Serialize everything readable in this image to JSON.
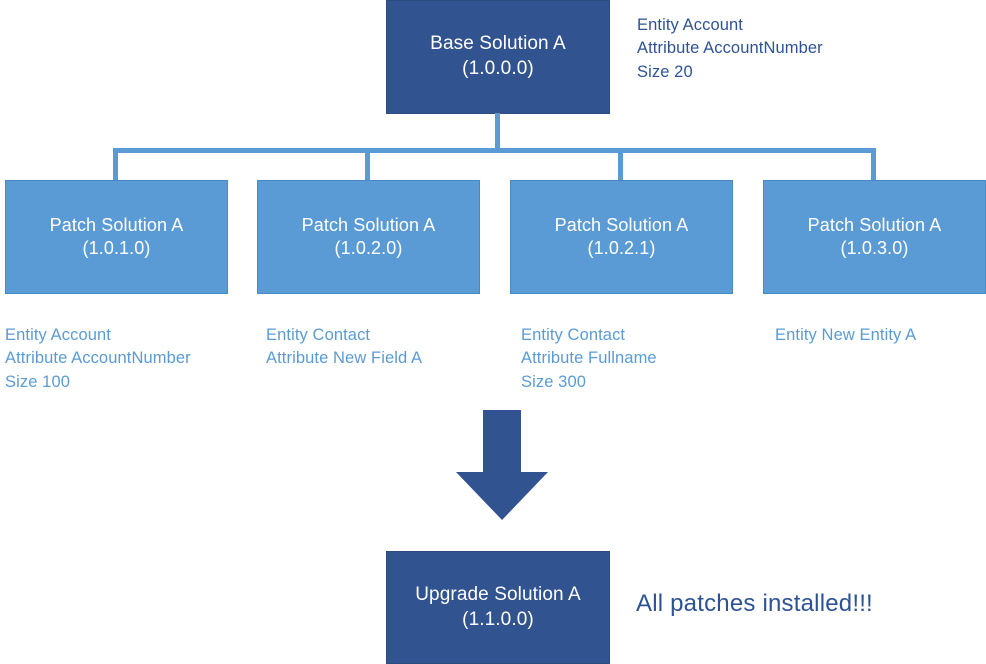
{
  "diagram": {
    "base": {
      "title": "Base Solution A",
      "version": "(1.0.0.0)",
      "annotation": "Entity Account\nAttribute  AccountNumber\nSize 20"
    },
    "patches": [
      {
        "title": "Patch Solution A",
        "version": "(1.0.1.0)",
        "annotation": "Entity Account\nAttribute  AccountNumber\nSize 100"
      },
      {
        "title": "Patch Solution A",
        "version": "(1.0.2.0)",
        "annotation": "Entity Contact\nAttribute  New Field A"
      },
      {
        "title": "Patch Solution A",
        "version": "(1.0.2.1)",
        "annotation": "Entity Contact\nAttribute  Fullname\nSize 300"
      },
      {
        "title": "Patch Solution A",
        "version": "(1.0.3.0)",
        "annotation": "Entity New Entity A"
      }
    ],
    "upgrade": {
      "title": "Upgrade Solution A",
      "version": "(1.1.0.0)"
    },
    "caption": "All patches installed!!!",
    "colors": {
      "dark_blue": "#31538F",
      "light_blue": "#5B9BD5",
      "annotation_dark": "#2E5395",
      "background": "#FFFFFF"
    }
  }
}
